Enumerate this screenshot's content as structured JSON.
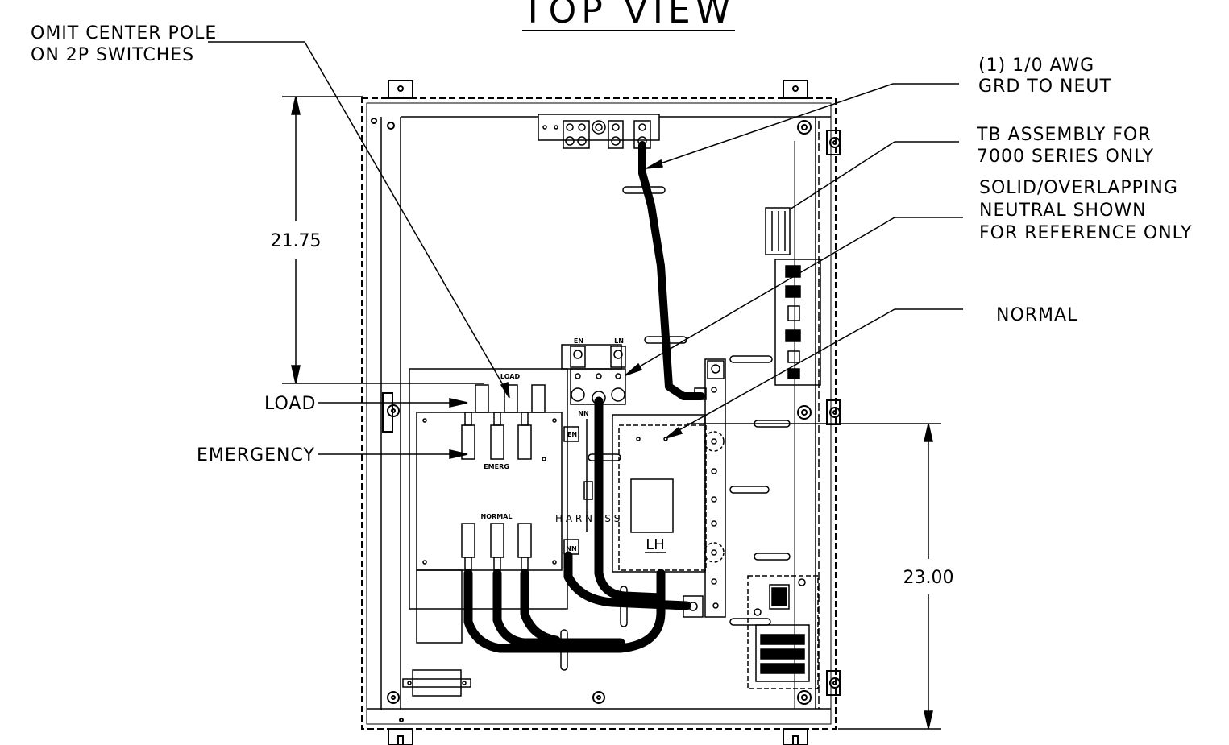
{
  "title": "TOP VIEW",
  "callouts": {
    "omit_center_pole": [
      "OMIT CENTER POLE",
      "ON 2P SWITCHES"
    ],
    "grd_to_neut": [
      "(1) 1/0 AWG",
      "GRD TO NEUT"
    ],
    "tb_assembly": [
      "TB ASSEMBLY FOR",
      "7000 SERIES ONLY"
    ],
    "solid_neutral": [
      "SOLID/OVERLAPPING",
      "NEUTRAL SHOWN",
      "FOR REFERENCE ONLY"
    ],
    "normal": "NORMAL",
    "load": "LOAD",
    "emergency": "EMERGENCY"
  },
  "dimensions": {
    "upper": "21.75",
    "lower": "23.00"
  },
  "component_labels": {
    "load": "LOAD",
    "emerg": "EMERG",
    "normal": "NORMAL",
    "en_top": "EN",
    "ln_top": "LN",
    "nn_top": "NN",
    "en_side": "EN",
    "nn_side": "NN",
    "harness": "H A R N E S S",
    "lh": "LH"
  }
}
